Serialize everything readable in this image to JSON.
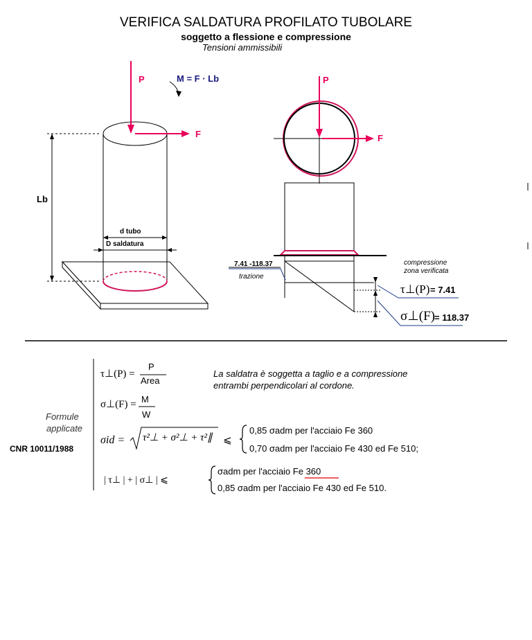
{
  "header": {
    "title": "VERIFICA SALDATURA PROFILATO TUBOLARE",
    "subtitle": "soggetto a flessione e compressione",
    "subsubtitle": "Tensioni ammissibili"
  },
  "left_view": {
    "force_p": "P",
    "force_f": "F",
    "moment": "M = F · Lb",
    "length": "Lb",
    "d_tubo": "d tubo",
    "d_saldatura": "D saldatura"
  },
  "right_view": {
    "force_p": "P",
    "force_f": "F",
    "stress_range": "7.41 -118.37",
    "trazione": "trazione",
    "compressione": "compressione",
    "zona": "zona verificata",
    "tau_label": "τ⊥(P)",
    "tau_value": "= 7.41",
    "sigma_label": "σ⊥(F)",
    "sigma_value": "= 118.37"
  },
  "formulas": {
    "side_label_1": "Formule",
    "side_label_2": "applicate",
    "norm": "CNR 10011/1988",
    "tau_lhs": "τ⊥(P) =",
    "tau_num": "P",
    "tau_den": "Area",
    "sigma_lhs": "σ⊥(F) =",
    "sigma_num": "M",
    "sigma_den": "W",
    "note_1": "La saldatra è soggetta a taglio e a compressione",
    "note_2": "entrambi perpendicolari al cordone.",
    "sid_lhs": "σid =",
    "sid_root": "τ²⊥ + σ²⊥ + τ²∥",
    "leq": "⩽",
    "case1_a": "0,85 σadm per l'acciaio Fe 360",
    "case1_b": "0,70 σadm per l'acciaio Fe 430 ed Fe 510;",
    "abs_expr": "| τ⊥ | + | σ⊥ | ⩽",
    "case2_a_pre": "σadm per l'acciaio ",
    "case2_a_hl": "Fe 360",
    "case2_b": "0,85 σadm per l'acciaio Fe 430 ed Fe 510."
  },
  "colors": {
    "force": "#e8005a",
    "moment": "#1a1a80",
    "weld": "#d0145a",
    "leader": "#1a3a8a",
    "underline": "#e00000"
  }
}
